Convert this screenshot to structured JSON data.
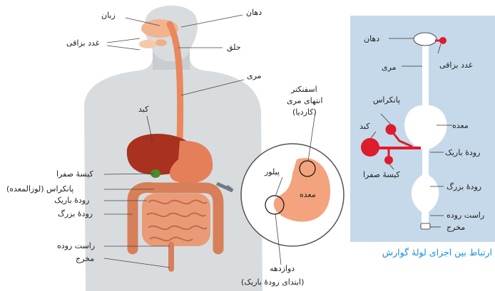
{
  "anatomy": {
    "labels": {
      "tongue": "زبان",
      "mouth": "دهان",
      "salivary_glands": "غدد بزاقی",
      "pharynx": "حلق",
      "esophagus": "مری",
      "liver": "کبد",
      "gallbladder": "کیسهٔ صفرا",
      "pancreas": "پانکراس (لوزالمعده)",
      "small_intestine": "رودهٔ باریک",
      "large_intestine": "رودهٔ بزرگ",
      "rectum": "راست روده",
      "anus": "مخرج",
      "cardia_line1": "اسفنکتر",
      "cardia_line2": "انتهای مری",
      "cardia_line3": "(کاردیا)",
      "pylorus": "پیلور",
      "stomach": "معده",
      "duodenum_line1": "دوازدهه",
      "duodenum_line2": "(ابتدای رودهٔ باریک)"
    }
  },
  "schematic": {
    "labels": {
      "mouth": "دهان",
      "salivary_glands": "غدد بزاقی",
      "esophagus": "مری",
      "pancreas": "پانکراس",
      "stomach": "معده",
      "liver": "کبد",
      "small_intestine": "رودهٔ باریک",
      "gallbladder": "کیسهٔ صفرا",
      "large_intestine": "رودهٔ بزرگ",
      "rectum": "راست روده",
      "anus": "مخرج"
    },
    "colors": {
      "panel": "#c6d9ea",
      "organ": "#dd1c2c",
      "tube": "#ffffff"
    }
  },
  "caption": {
    "line1": "ارتباط بین اجزای لولهٔ گوارش"
  }
}
